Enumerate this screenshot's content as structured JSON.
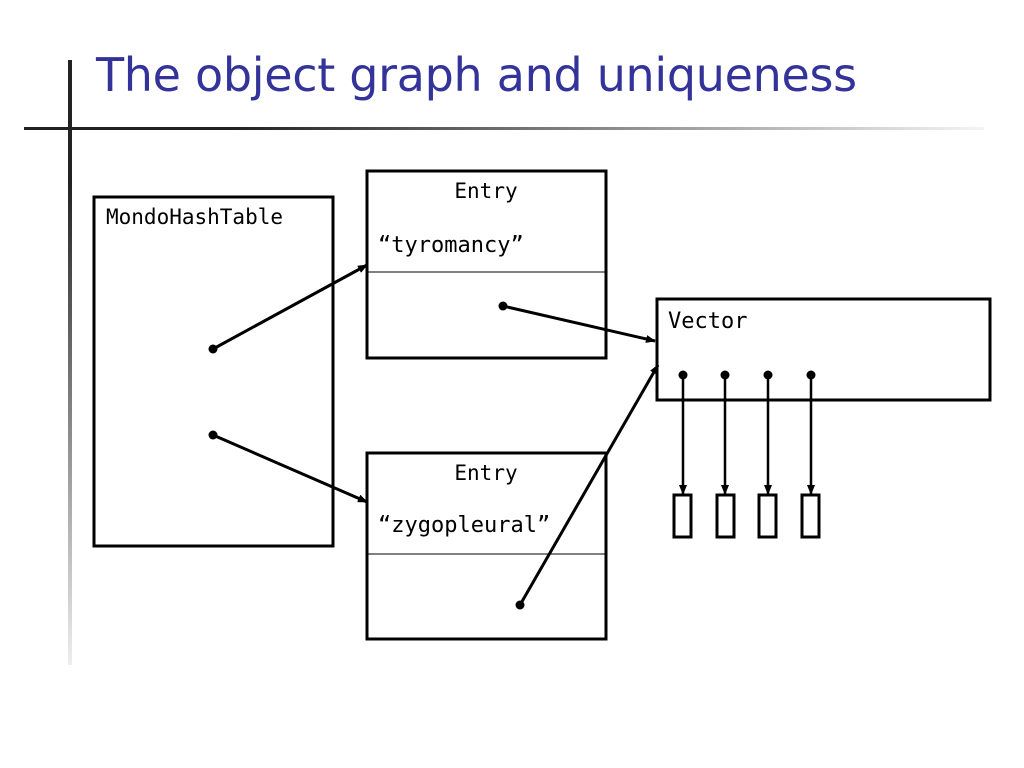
{
  "slide": {
    "title": "The object graph and uniqueness"
  },
  "diagram": {
    "hashtable_label": "MondoHashTable",
    "entry1": {
      "label": "Entry",
      "key": "“tyromancy”"
    },
    "entry2": {
      "label": "Entry",
      "key": "“zygopleural”"
    },
    "vector_label": "Vector",
    "vector_slot_count": 4
  },
  "colors": {
    "title": "#333399",
    "lines": "#000000"
  }
}
